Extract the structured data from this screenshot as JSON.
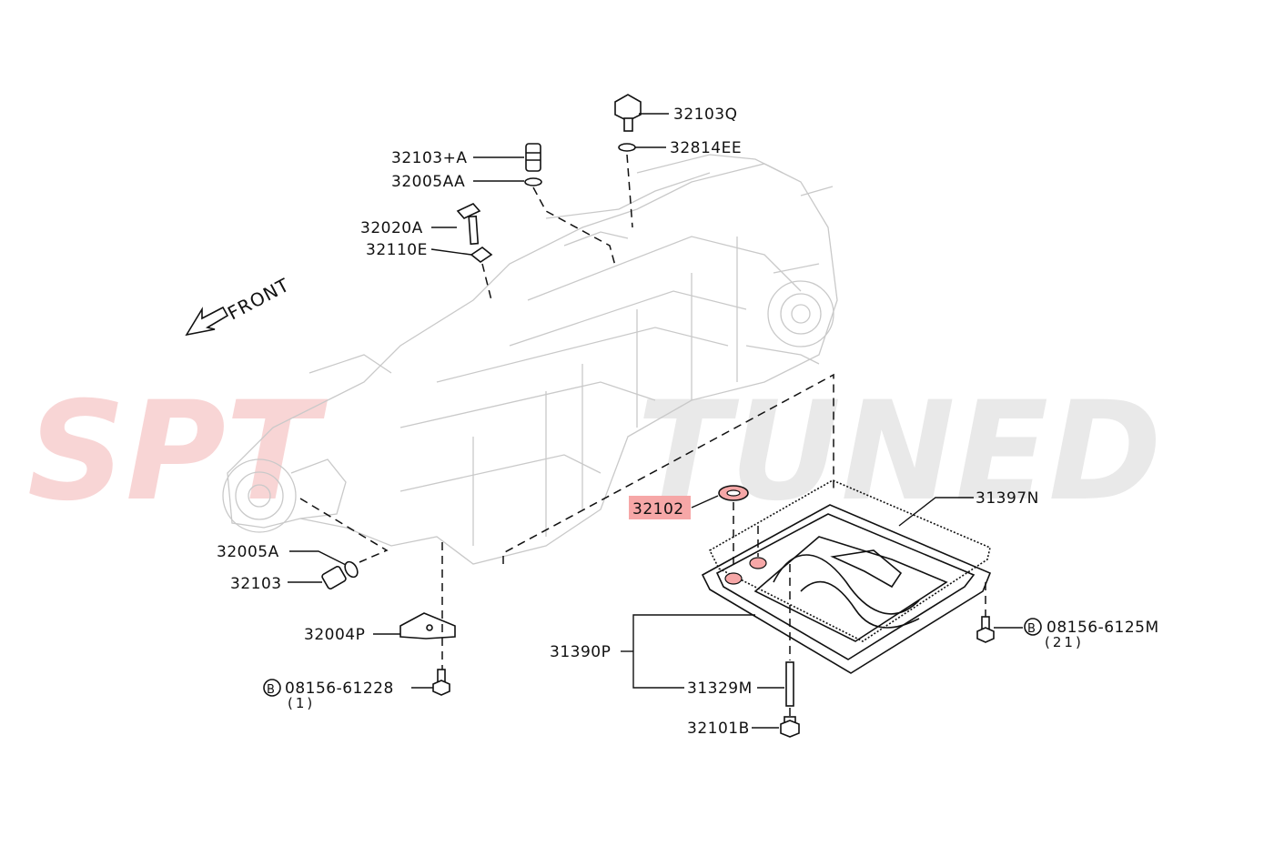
{
  "watermark": {
    "left_text": "SPT",
    "right_text": "TUNED",
    "left_color": "#f4b4b4",
    "right_color": "#e2e2e2"
  },
  "front_label": "FRONT",
  "highlight_color": "#f6a7a7",
  "parts": {
    "p32103Q": "32103Q",
    "p32814EE": "32814EE",
    "p32103A": "32103+A",
    "p32005AA": "32005AA",
    "p32020A": "32020A",
    "p32110E": "32110E",
    "p32005A": "32005A",
    "p32103": "32103",
    "p32004P": "32004P",
    "p08156_61228": "08156-61228",
    "p08156_61228_qty": "(1)",
    "p32102": "32102",
    "p31397N": "31397N",
    "p08156_6125M": "08156-6125M",
    "p08156_6125M_qty": "(21)",
    "p31390P": "31390P",
    "p31329M": "31329M",
    "p32101B": "32101B"
  },
  "circled_letter": "B"
}
